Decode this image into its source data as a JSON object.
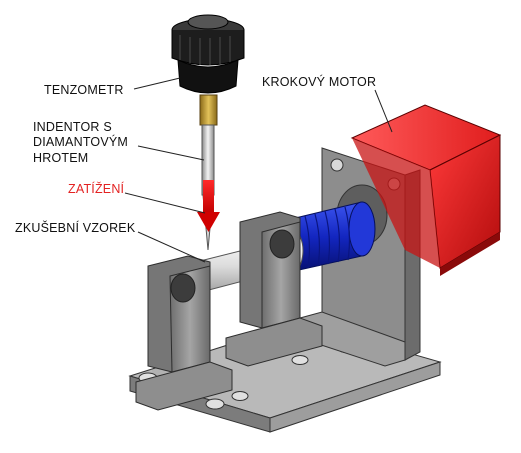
{
  "labels": {
    "tenzometr": "TENZOMETR",
    "indentor_line1": "INDENTOR S",
    "indentor_line2": "DIAMANTOVÝM",
    "indentor_line3": "HROTEM",
    "zatizeni": "ZATÍŽENÍ",
    "zkusebni_vzorek": "ZKUŠEBNÍ VZOREK",
    "krokovy_motor": "KROKOVÝ MOTOR"
  },
  "colors": {
    "label_text": "#111111",
    "load_label": "#e32222",
    "load_arrow": "#e01a1a",
    "motor": "#d81818",
    "coupling": "#1c2fc8",
    "frame": "#8c8c8c",
    "specimen": "#e6e6e6",
    "sensor": "#1a1a1a",
    "brass": "#c9a23a"
  }
}
